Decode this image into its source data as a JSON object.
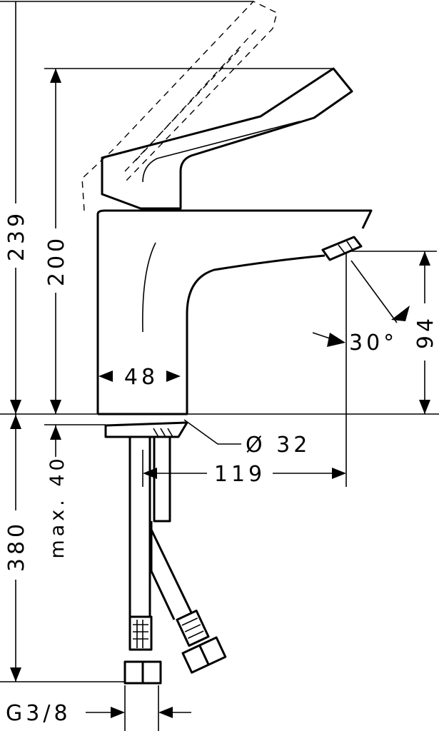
{
  "dimensions": {
    "total_height": "239",
    "lever_height": "200",
    "below_deck": "380",
    "max_thickness": "max. 40",
    "body_width": "48",
    "hole_diameter": "Ø 32",
    "projection": "119",
    "spray_angle": "30°",
    "spout_height": "94",
    "connection": "G3/8"
  },
  "colors": {
    "line": "#000000",
    "background": "#ffffff"
  }
}
